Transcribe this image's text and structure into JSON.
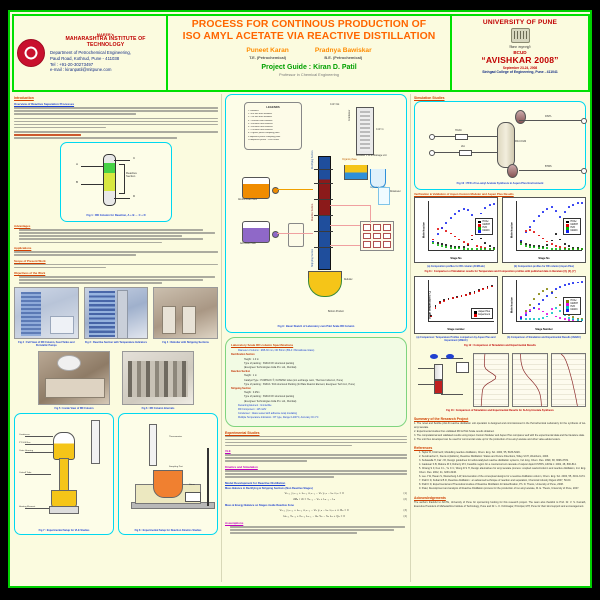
{
  "header": {
    "institute": {
      "maeers": "MAEER's",
      "name": "MAHARASHTRA INSTITUTE OF TECHNOLOGY",
      "dept": "Department of Petrochemical Engineering,",
      "addr": "Paud Road, Kothrud, Pune - 411038",
      "tel": "Tel : +91-20-30273497",
      "email": "e-mail : kiranpatil@mitpune.com",
      "logo_icon": "mit-seal-icon"
    },
    "title_line1": "PROCESS FOR CONTINOUS PRODUCTION OF",
    "title_line2": "ISO AMYL ACETATE VIA REACTIVE DISTILLATION",
    "authors": [
      {
        "name": "Puneet Karan",
        "degree": "T.E. (Petrochemical)"
      },
      {
        "name": "Pradnya Bawiskar",
        "degree": "B.E. (Petrochemical)"
      }
    ],
    "guide": "Project Guide : Kiran D. Patil",
    "guide_sub": "Professor in Chemical Engineering",
    "university": {
      "name": "UNIVERSITY OF PUNE",
      "seal_icon": "university-seal-icon",
      "motto": "विद्यया अमृतमश्नुते",
      "bcud": "BCUD",
      "event": "“AVISHKAR 2008”",
      "date": "September 23-24, 2008",
      "venue": "Sinhgad College of Engineering, Pune - 411041"
    }
  },
  "left_col": {
    "sec_intro": "Introduction",
    "sec_intro_sub": "Overview of Reactive Separation Processes",
    "sec_reactive": "Reactive Distillation",
    "fig1_caption": "Fig 1 : RD Column for Reaction, A + B ↔ C + D",
    "sec_adv": "Advantages",
    "sec_app": "Applications",
    "sec_scope": "Scope of Present Work",
    "sec_objectives": "Objectives of the Work",
    "photo_captions": [
      "Fig 2 : Full View of RD Column, Feed Tanks and Peristaltic Pumps",
      "Fig 3 : Reactive Section with Temperature Indicators",
      "Fig 4 : Reboiler with Stripping Sections",
      "Fig 5 : Inside View of RD Column",
      "Fig 6 : RD Column Internals"
    ],
    "exp_captions": [
      "Fig 7 : Experimental Setup for VLE Studies",
      "Fig 8 : Experimental Setup for Reaction Kinetics Studies"
    ]
  },
  "center_col": {
    "legend_title": "LEGENDS",
    "legend_items": [
      "1. Reboiler",
      "2. 900 mm from Reboiler",
      "3. 750 mm from Reboiler",
      "4. 1100mm from Reboiler",
      "5. 1600mm from Reboiler",
      "6. 1850mm from Reboiler",
      "7. 2250mm from Reboiler",
      "8. Organic phase sampling point",
      "9. Aqueous phase sampling point",
      "10.Aqueous phase : Pure Water"
    ],
    "pfd_labels": {
      "cw_out": "C.W. Out",
      "cw_in": "C.W. In",
      "condenser": "Condenser",
      "rect_sect": "Rectifying Section",
      "react_sect": "Reactive Section",
      "strip_sect": "Strip ping Section",
      "reboiler": "Reboiler",
      "bottom": "Bottom Product",
      "org_phase": "Organic phase",
      "aq_phase": "Aqueous phase",
      "decanter": "Decanter + ve & drainage unit",
      "tank1": "Alcohol Feed Tank",
      "tank2": "Acid Feed Tank",
      "pump1": "Pump",
      "pump2": "Pump",
      "rotameter": "Rotameter"
    },
    "fig9_caption": "Fig 9 : Basic Sketch of Laboratory cum Pilot Scale RD Column",
    "spec_title": "Laboratory Scale RD column Specifications",
    "spec_items": [
      {
        "lvl": 1,
        "t": "Diameter of column :  Ø25-30 mm, OD 50mm (BS-II / Borosilicate Glass)"
      },
      {
        "lvl": 1,
        "t": "Rectification Section"
      },
      {
        "lvl": 2,
        "t": "Height : 1.0 m"
      },
      {
        "lvl": 2,
        "t": "Type of packing : SS316 DX structured packing"
      },
      {
        "lvl": 2,
        "t": "(Evergreen Technologies India Pvt. Ltd., Mumbai)"
      },
      {
        "lvl": 1,
        "t": "Reactive Section"
      },
      {
        "lvl": 2,
        "t": "Height : 1 m"
      },
      {
        "lvl": 2,
        "t": "Catalyst Type : PURPACK ®, KATAPAK tubes (ion exchange resin, Thermax India Ltd., Pune)"
      },
      {
        "lvl": 2,
        "t": "Type of packing : SS316 / 304 structured Packing (for Bale Reactor Element, Evergreen Tech Ltd., Pune)"
      },
      {
        "lvl": 1,
        "t": "Stripping Section"
      },
      {
        "lvl": 2,
        "t": "Height : 0.25m"
      },
      {
        "lvl": 2,
        "t": "Type of packing : SS316 DX structured packing"
      },
      {
        "lvl": 2,
        "t": "(Evergreen Technologies India Pvt. Ltd., Mumbai)"
      },
      {
        "lvl": 1,
        "t": "Decanting Element : Immiscible"
      },
      {
        "lvl": 1,
        "t": "RD Component : 125 ml/hr"
      },
      {
        "lvl": 1,
        "t": "Condenser : Glass vessel with adhesive wrap insulating"
      },
      {
        "lvl": 1,
        "t": "Multiple Temperature Indicators : RT type, Range 0-200°C, Accuracy ±0.1°C"
      }
    ],
    "sec_exp": "Experimental Studies",
    "sec_vle": "VLE",
    "sec_kinetics": "Kinetics and Simulation",
    "sec_model": "Model Development for Reactive Distillation",
    "eq_title_1": "Mass Balance in Rectifying & Stripping Sections (Non Reactive Stages)",
    "eq1": "Vₙ₊₁ yᵢ,ₙ₊₁ + Lₙ₋₁ xᵢ,ₙ₋₁ − Vₙ yᵢ,ₙ − Lₙ xᵢ,ₙ = 0",
    "eq1no": "(1)",
    "eq2": "dMₙ / dt  =  Vₙ₊₁ − Vₙ + Lₙ₋₁ − Lₙ",
    "eq2no": "(2)",
    "eq_title_2": "Mass & Energy Balance on Stages inside Reactive Zone",
    "eq3": "Vₙ₊₁ yᵢ,ₙ₊₁ + Lₙ₋₁ xᵢ,ₙ₋₁ − Vₙ yᵢ,ₙ − Lₙ xᵢ,ₙ + νᵢ Rₙ = 0",
    "eq3no": "(3)",
    "eq4": "Hₙ₊₁ Vₙ₊₁ + hₙ₋₁ Lₙ₋₁ − Hₙ Vₙ − hₙ Lₙ + Qₙ = 0",
    "eq4no": "(4)",
    "sec_assump": "Assumptions"
  },
  "right_col": {
    "sec_sim": "Simulation Studies",
    "fig10_caption": "Fig 10 : PFD of Iso-amyl Acetate Synthesis in Aspen Plus Environment",
    "pfd2_labels": {
      "feed1": "HOAC",
      "feed2": "IAA",
      "col": "RD-COLM",
      "top": "DISTL",
      "bottom": "BTMS",
      "cond": "COND",
      "reb": "REB"
    },
    "sec_validation": "Verification & Validation of Aspen Custom Modeler and Aspen Plus Results",
    "chart11": {
      "sub_a": "(a) Composition profiles for RD column (ACM/Lab)",
      "sub_b": "(b) Composition profiles for RD column (Aspen Plus)",
      "caption": "Fig 11 : Comparison of Simulation results for Temperature and Composition profiles with published data in literature [3], [4], [7]"
    },
    "chart12": {
      "sub_a": "(a) Comparison: Temperature Profiles comparison by Aspen Plus and Experiment (IAMAC)",
      "sub_b": "(b) Comparison of Simulation and Experimental Results (IAMAC)",
      "caption": "Fig 12 : Comparison of Simulation and Experimental Results"
    },
    "chart13": {
      "caption": "Fig 13 : Comparison of Simulation and Experimental Results for N-Amyl Acetate Synthesis"
    },
    "sec_conclusion": "Summary of the Research Project",
    "conclusions": [
      "1. The novel and flexible pilot-fit reactive distillation unit operation is designed and commissioned in the Petrochemical Laboratory for the synthesis of iso-amyl acetate.",
      "2. Experimental studies thus validated RD & Pilot Scale results obtained.",
      "3. The computational and validated results using Aspen Custom Modeler and Aspen Plus compares well with the experimental data and the literature data.",
      "4. The unit thus developed can be used for commercial scale up for the production of iso-amyl acetate and other value-added esters."
    ],
    "sec_references": "References",
    "references": [
      "1. Taylor R, Krishna R, Modelling reactive distillation, Chem. Eng. Sci. 2000, 55, 5183-5229.",
      "2. Sundmacher K, Kienle A (Editors), Reactive Distillation: Status and Future Directions, Wiley-VCH, Weinheim, 2003.",
      "3. Subawalla H, Fair J R, Design guidelines for solid-catalyzed reactive distillation systems, Ind. Eng. Chem. Res. 1999, 38, 3696-3709.",
      "4. Gadewar S B, Malone M F, Doherty M F, Feasible region for a countercurrent cascade of vapour-liquid CSTRS, AIChE J. 2002, 48, 800-814.",
      "5. Chiang S F, Kuo C L, Yu C C, Wong D S H, Design alternatives for amyl acetate process: coupled reactor/column and reactive distillation, Ind. Eng. Chem. Res. 2002, 41, 3233-3246.",
      "6. Lee J W, Hauan S, Westerberg A W, Enumeration of the conceptual designs for a reactive distillation column, Chem. Eng. Sci. 2000, 55, 3161-3174.",
      "7. Patil K D, Kulkarni B D, Reactive distillation : an advanced technique of reaction and separation, Chemical Industry Digest 2007, 50-60.",
      "8. Patil K D, Experimental and Theoretical studies of Reactive Distillation for Esterification, Ph. D. Thesis, University of Pune, 2008.",
      "9. Patel, Development and analysis of Reactive Distillation process for the production of iso amyl acetate, M. E. Thesis, University of Pune, 2007."
    ],
    "sec_ack": "Acknowledgements",
    "ack_text": "The authors thankful to AICTE, University of Pune for sponsoring funding for this research project. The team also thankful to Prof. Dr. V. S. Kamath, Executive President of Maharashtra Institute of Technology, Pune and Dr. L. K. Kshirsagar, Principal, MIT, Pune for their kind support and encouragement."
  },
  "chart_data": [
    {
      "type": "scatter",
      "title": "(a) Composition profiles for RD column (ACM/Lab)",
      "xlabel": "Stage No",
      "ylabel": "Mole fraction",
      "xlim": [
        0,
        30
      ],
      "ylim": [
        0.0,
        1.0
      ],
      "grid": false,
      "legend_position": "right",
      "x": [
        2,
        4,
        6,
        8,
        10,
        12,
        14,
        16,
        18,
        20,
        22,
        24,
        26,
        28,
        30
      ],
      "series": [
        {
          "name": "HOAc",
          "color": "#000000",
          "values": [
            0.18,
            0.15,
            0.12,
            0.1,
            0.08,
            0.07,
            0.06,
            0.06,
            0.1,
            0.22,
            0.35,
            0.24,
            0.14,
            0.08,
            0.05
          ]
        },
        {
          "name": "IAMOH",
          "color": "#e00000",
          "values": [
            0.22,
            0.43,
            0.45,
            0.4,
            0.34,
            0.28,
            0.22,
            0.17,
            0.12,
            0.3,
            0.09,
            0.06,
            0.04,
            0.03,
            0.02
          ]
        },
        {
          "name": "H2O",
          "color": "#00b000",
          "values": [
            0.14,
            0.1,
            0.08,
            0.06,
            0.05,
            0.04,
            0.04,
            0.03,
            0.03,
            0.03,
            0.03,
            0.02,
            0.02,
            0.02,
            0.02
          ]
        },
        {
          "name": "IAMAC",
          "color": "#1020f0",
          "values": [
            0.18,
            0.33,
            0.45,
            0.56,
            0.66,
            0.74,
            0.8,
            0.84,
            0.82,
            0.72,
            0.62,
            0.75,
            0.86,
            0.92,
            0.95
          ]
        }
      ]
    },
    {
      "type": "scatter",
      "title": "(b) Composition profiles for RD column (Aspen Plus)",
      "xlabel": "Stage No",
      "ylabel": "Mole fraction",
      "xlim": [
        0,
        30
      ],
      "ylim": [
        0.0,
        1.0
      ],
      "grid": false,
      "legend_position": "right",
      "x": [
        2,
        4,
        6,
        8,
        10,
        12,
        14,
        16,
        18,
        20,
        22,
        24,
        26,
        28,
        30
      ],
      "series": [
        {
          "name": "HOAc",
          "color": "#000000",
          "values": [
            0.16,
            0.13,
            0.11,
            0.09,
            0.08,
            0.07,
            0.1,
            0.2,
            0.33,
            0.22,
            0.13,
            0.08,
            0.05,
            0.04,
            0.03
          ]
        },
        {
          "name": "IAMOH",
          "color": "#e00000",
          "values": [
            0.2,
            0.4,
            0.42,
            0.37,
            0.3,
            0.24,
            0.18,
            0.13,
            0.09,
            0.06,
            0.04,
            0.03,
            0.03,
            0.02,
            0.02
          ]
        },
        {
          "name": "H2O",
          "color": "#00b000",
          "values": [
            0.13,
            0.09,
            0.07,
            0.06,
            0.05,
            0.04,
            0.04,
            0.03,
            0.03,
            0.03,
            0.02,
            0.02,
            0.02,
            0.02,
            0.02
          ]
        },
        {
          "name": "IAMAC",
          "color": "#1020f0",
          "values": [
            0.2,
            0.36,
            0.48,
            0.6,
            0.7,
            0.78,
            0.84,
            0.88,
            0.8,
            0.68,
            0.78,
            0.88,
            0.93,
            0.96,
            0.97
          ]
        }
      ]
    },
    {
      "type": "scatter",
      "title": "(a) Comparison: Temperature Profiles by Aspen Plus and Experiment",
      "xlabel": "Stage number",
      "ylabel": "Stage temperature (°C)",
      "xlim": [
        0,
        30
      ],
      "ylim": [
        90,
        150
      ],
      "grid": false,
      "legend_position": "bottom-right",
      "x": [
        1,
        3,
        5,
        7,
        9,
        11,
        13,
        15,
        17,
        19,
        21,
        23,
        25,
        27,
        29
      ],
      "series": [
        {
          "name": "Aspen Plus",
          "color": "#000000",
          "values": [
            98,
            112,
            118,
            121,
            123,
            124,
            126,
            127,
            129,
            131,
            133,
            136,
            138,
            140,
            142
          ]
        },
        {
          "name": "Experiment",
          "color": "#e00000",
          "values": [
            97,
            110,
            117,
            120,
            122,
            124,
            125,
            127,
            128,
            130,
            132,
            135,
            137,
            139,
            141
          ]
        }
      ]
    },
    {
      "type": "scatter",
      "title": "(b) Comparison of Composition Profiles by Aspen Plus and Experiment",
      "xlabel": "Stage Number",
      "ylabel": "Mole fraction",
      "xlim": [
        0,
        30
      ],
      "ylim": [
        0.0,
        1.0
      ],
      "grid": false,
      "legend_position": "right",
      "x": [
        2,
        4,
        6,
        8,
        10,
        12,
        14,
        16,
        18,
        20,
        22,
        24,
        26,
        28,
        30
      ],
      "series": [
        {
          "name": "HOAc",
          "color": "#808000",
          "values": [
            0.12,
            0.26,
            0.4,
            0.54,
            0.66,
            0.74,
            0.78,
            0.72,
            0.58,
            0.4,
            0.26,
            0.16,
            0.1,
            0.07,
            0.05
          ]
        },
        {
          "name": "IAMOH",
          "color": "#e000e0",
          "values": [
            0.1,
            0.2,
            0.28,
            0.32,
            0.3,
            0.24,
            0.18,
            0.3,
            0.12,
            0.08,
            0.05,
            0.04,
            0.03,
            0.03,
            0.02
          ]
        },
        {
          "name": "H2O",
          "color": "#00c0c0",
          "values": [
            0.06,
            0.05,
            0.05,
            0.05,
            0.06,
            0.08,
            0.12,
            0.2,
            0.32,
            0.26,
            0.16,
            0.09,
            0.06,
            0.04,
            0.03
          ]
        },
        {
          "name": "IAMAC",
          "color": "#1020f0",
          "values": [
            0.08,
            0.16,
            0.24,
            0.33,
            0.42,
            0.52,
            0.62,
            0.7,
            0.78,
            0.84,
            0.88,
            0.91,
            0.93,
            0.95,
            0.96
          ]
        }
      ]
    }
  ]
}
